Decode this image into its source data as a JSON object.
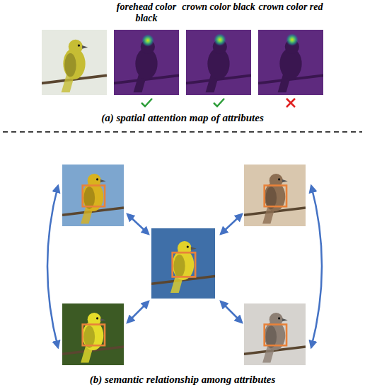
{
  "diagram": {
    "nodes": [
      {
        "text": [
          "forehead color black"
        ]
      },
      {
        "text": [
          "crown color black"
        ]
      },
      {
        "text": [
          "crown color red"
        ]
      }
    ],
    "labels": [
      "(a) spatial attention map of attributes",
      "(b) semantic relationship among attributes"
    ]
  }
}
